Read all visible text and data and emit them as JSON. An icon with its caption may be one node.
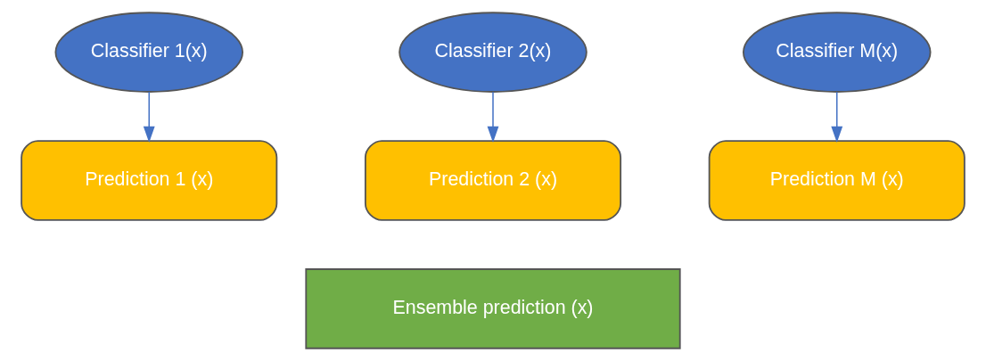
{
  "diagram": {
    "nodes": [
      {
        "text": [
          "Classifier 1(x)"
        ]
      },
      {
        "text": [
          "Classifier 2(x)"
        ]
      },
      {
        "text": [
          "Classifier M(x)"
        ]
      },
      {
        "text": [
          "Prediction 1 (x)"
        ]
      },
      {
        "text": [
          "Prediction 2 (x)"
        ]
      },
      {
        "text": [
          "Prediction M (x)"
        ]
      },
      {
        "text": [
          "Ensemble prediction (x)"
        ]
      }
    ],
    "edges": [
      {
        "from": 0,
        "to": 3,
        "arrow": "to"
      },
      {
        "from": 1,
        "to": 4,
        "arrow": "to"
      },
      {
        "from": 2,
        "to": 5,
        "arrow": "to"
      }
    ]
  }
}
